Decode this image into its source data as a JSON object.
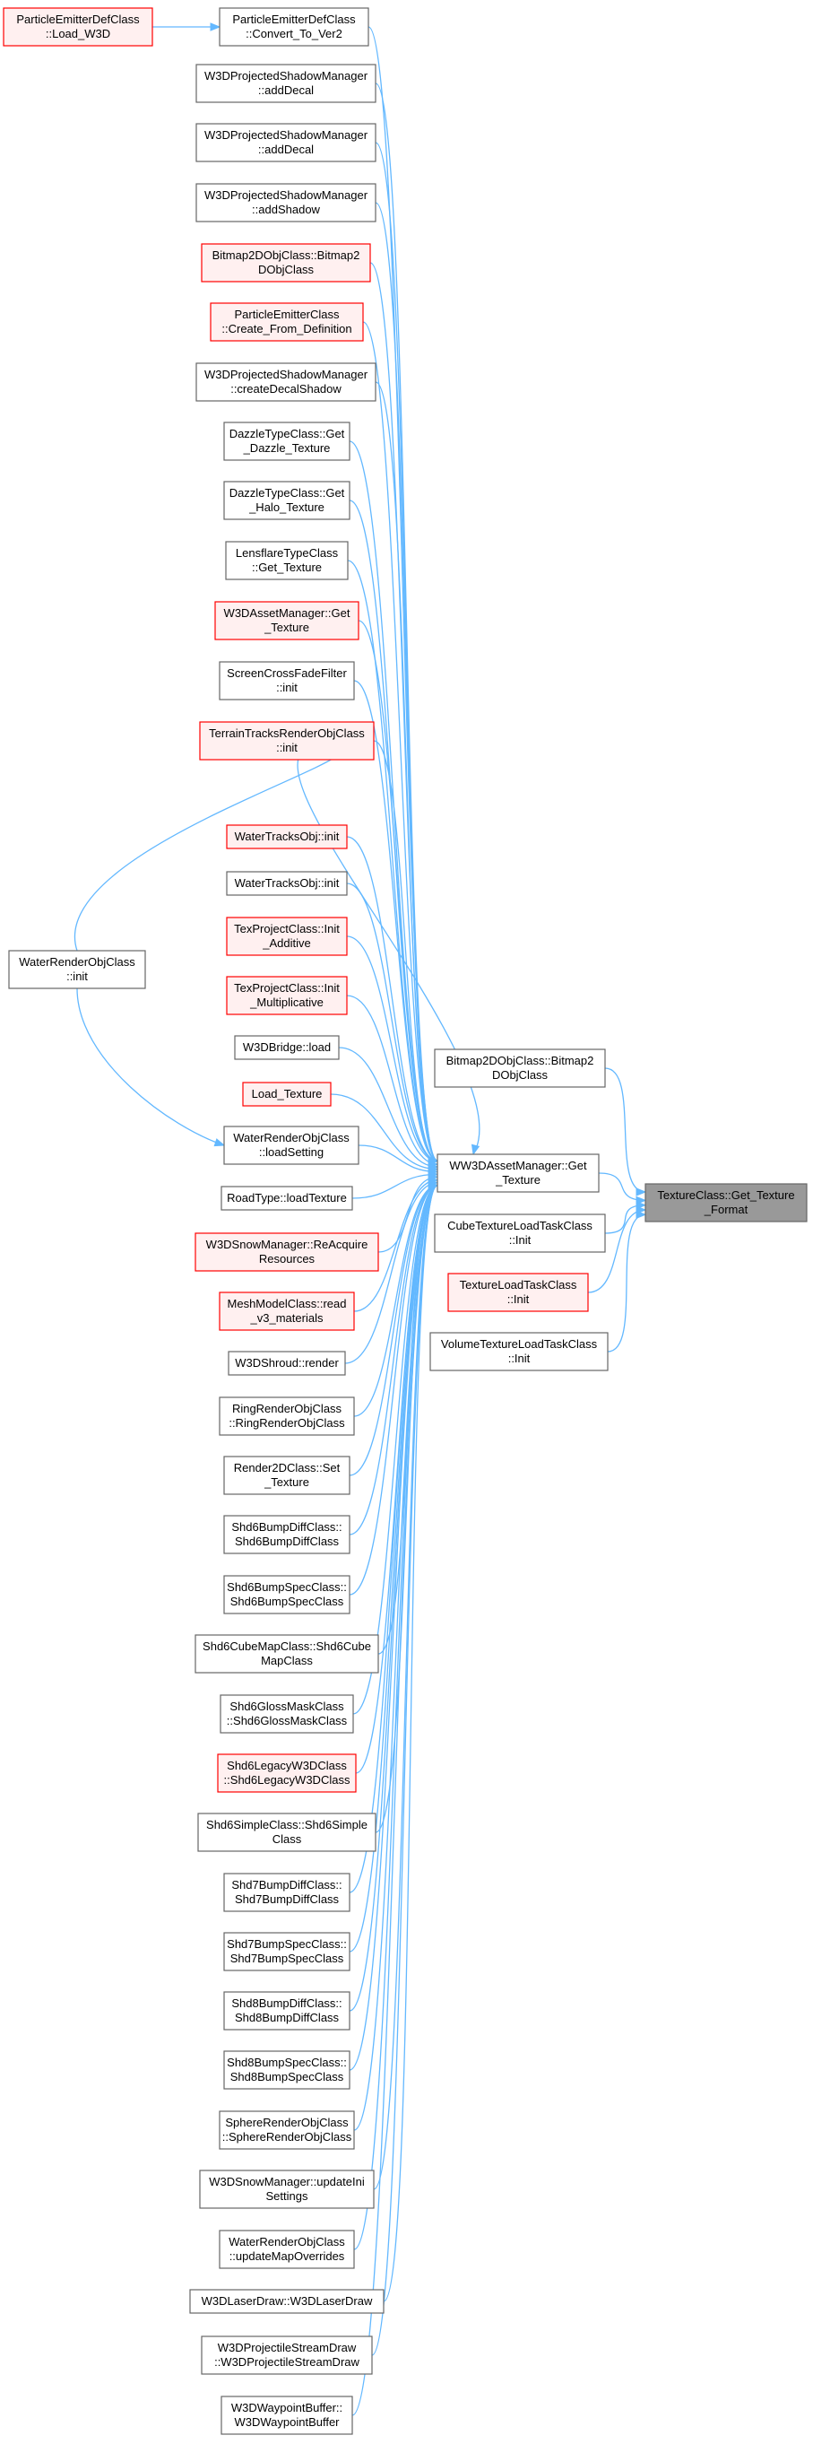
{
  "graph": {
    "colors": {
      "edge": "#63b8ff",
      "node_border": "#666666",
      "node_fill": "#ffffff",
      "red_border": "#ff0000",
      "red_fill": "#fff0f0",
      "focus_fill": "#999999",
      "text": "#000000"
    },
    "nodes": [
      {
        "id": "pedc_load_w3d",
        "lines": [
          "ParticleEmitterDefClass",
          "::Load_W3D"
        ],
        "style": "red"
      },
      {
        "id": "pedc_convert",
        "lines": [
          "ParticleEmitterDefClass",
          "::Convert_To_Ver2"
        ],
        "style": "normal"
      },
      {
        "id": "w3dpsm_adddecal1",
        "lines": [
          "W3DProjectedShadowManager",
          "::addDecal"
        ],
        "style": "normal"
      },
      {
        "id": "w3dpsm_adddecal2",
        "lines": [
          "W3DProjectedShadowManager",
          "::addDecal"
        ],
        "style": "normal"
      },
      {
        "id": "w3dpsm_addshadow",
        "lines": [
          "W3DProjectedShadowManager",
          "::addShadow"
        ],
        "style": "normal"
      },
      {
        "id": "bitmap2d_ctor_red",
        "lines": [
          "Bitmap2DObjClass::Bitmap2",
          "DObjClass"
        ],
        "style": "red"
      },
      {
        "id": "pec_create",
        "lines": [
          "ParticleEmitterClass",
          "::Create_From_Definition"
        ],
        "style": "red"
      },
      {
        "id": "w3dpsm_createdecal",
        "lines": [
          "W3DProjectedShadowManager",
          "::createDecalShadow"
        ],
        "style": "normal"
      },
      {
        "id": "dazzle_get",
        "lines": [
          "DazzleTypeClass::Get",
          "_Dazzle_Texture"
        ],
        "style": "normal"
      },
      {
        "id": "dazzle_halo",
        "lines": [
          "DazzleTypeClass::Get",
          "_Halo_Texture"
        ],
        "style": "normal"
      },
      {
        "id": "lensflare",
        "lines": [
          "LensflareTypeClass",
          "::Get_Texture"
        ],
        "style": "normal"
      },
      {
        "id": "w3dam_get",
        "lines": [
          "W3DAssetManager::Get",
          "_Texture"
        ],
        "style": "red"
      },
      {
        "id": "screencross",
        "lines": [
          "ScreenCrossFadeFilter",
          "::init"
        ],
        "style": "normal"
      },
      {
        "id": "terraintracks",
        "lines": [
          "TerrainTracksRenderObjClass",
          "::init"
        ],
        "style": "red"
      },
      {
        "id": "watertracks1",
        "lines": [
          "WaterTracksObj::init"
        ],
        "style": "red"
      },
      {
        "id": "watertracks2",
        "lines": [
          "WaterTracksObj::init"
        ],
        "style": "normal"
      },
      {
        "id": "texproj_add",
        "lines": [
          "TexProjectClass::Init",
          "_Additive"
        ],
        "style": "red"
      },
      {
        "id": "texproj_mul",
        "lines": [
          "TexProjectClass::Init",
          "_Multiplicative"
        ],
        "style": "red"
      },
      {
        "id": "w3dbridge",
        "lines": [
          "W3DBridge::load"
        ],
        "style": "normal"
      },
      {
        "id": "load_texture",
        "lines": [
          "Load_Texture"
        ],
        "style": "red"
      },
      {
        "id": "waterrender_init",
        "lines": [
          "WaterRenderObjClass",
          "::init"
        ],
        "style": "normal"
      },
      {
        "id": "waterrender_loadsetting",
        "lines": [
          "WaterRenderObjClass",
          "::loadSetting"
        ],
        "style": "normal"
      },
      {
        "id": "roadtype",
        "lines": [
          "RoadType::loadTexture"
        ],
        "style": "normal"
      },
      {
        "id": "w3dsnow_reacquire",
        "lines": [
          "W3DSnowManager::ReAcquire",
          "Resources"
        ],
        "style": "red"
      },
      {
        "id": "meshmodel_read",
        "lines": [
          "MeshModelClass::read",
          "_v3_materials"
        ],
        "style": "red"
      },
      {
        "id": "w3dshroud",
        "lines": [
          "W3DShroud::render"
        ],
        "style": "normal"
      },
      {
        "id": "ringrender",
        "lines": [
          "RingRenderObjClass",
          "::RingRenderObjClass"
        ],
        "style": "normal"
      },
      {
        "id": "render2d",
        "lines": [
          "Render2DClass::Set",
          "_Texture"
        ],
        "style": "normal"
      },
      {
        "id": "shd6bumpdiff",
        "lines": [
          "Shd6BumpDiffClass::",
          "Shd6BumpDiffClass"
        ],
        "style": "normal"
      },
      {
        "id": "shd6bumpspec",
        "lines": [
          "Shd6BumpSpecClass::",
          "Shd6BumpSpecClass"
        ],
        "style": "normal"
      },
      {
        "id": "shd6cubemap",
        "lines": [
          "Shd6CubeMapClass::Shd6Cube",
          "MapClass"
        ],
        "style": "normal"
      },
      {
        "id": "shd6glossmask",
        "lines": [
          "Shd6GlossMaskClass",
          "::Shd6GlossMaskClass"
        ],
        "style": "normal"
      },
      {
        "id": "shd6legacy",
        "lines": [
          "Shd6LegacyW3DClass",
          "::Shd6LegacyW3DClass"
        ],
        "style": "red"
      },
      {
        "id": "shd6simple",
        "lines": [
          "Shd6SimpleClass::Shd6Simple",
          "Class"
        ],
        "style": "normal"
      },
      {
        "id": "shd7bumpdiff",
        "lines": [
          "Shd7BumpDiffClass::",
          "Shd7BumpDiffClass"
        ],
        "style": "normal"
      },
      {
        "id": "shd7bumpspec",
        "lines": [
          "Shd7BumpSpecClass::",
          "Shd7BumpSpecClass"
        ],
        "style": "normal"
      },
      {
        "id": "shd8bumpdiff",
        "lines": [
          "Shd8BumpDiffClass::",
          "Shd8BumpDiffClass"
        ],
        "style": "normal"
      },
      {
        "id": "shd8bumpspec",
        "lines": [
          "Shd8BumpSpecClass::",
          "Shd8BumpSpecClass"
        ],
        "style": "normal"
      },
      {
        "id": "sphererender",
        "lines": [
          "SphereRenderObjClass",
          "::SphereRenderObjClass"
        ],
        "style": "normal"
      },
      {
        "id": "w3dsnow_update",
        "lines": [
          "W3DSnowManager::updateIni",
          "Settings"
        ],
        "style": "normal"
      },
      {
        "id": "waterrender_updatemap",
        "lines": [
          "WaterRenderObjClass",
          "::updateMapOverrides"
        ],
        "style": "normal"
      },
      {
        "id": "w3dlaserdraw",
        "lines": [
          "W3DLaserDraw::W3DLaserDraw"
        ],
        "style": "normal"
      },
      {
        "id": "w3dprojstream",
        "lines": [
          "W3DProjectileStreamDraw",
          "::W3DProjectileStreamDraw"
        ],
        "style": "normal"
      },
      {
        "id": "w3dwaypoint",
        "lines": [
          "W3DWaypointBuffer::",
          "W3DWaypointBuffer"
        ],
        "style": "normal"
      },
      {
        "id": "bitmap2d_ctor",
        "lines": [
          "Bitmap2DObjClass::Bitmap2",
          "DObjClass"
        ],
        "style": "normal"
      },
      {
        "id": "ww3dam_get",
        "lines": [
          "WW3DAssetManager::Get",
          "_Texture"
        ],
        "style": "normal"
      },
      {
        "id": "cubetexture",
        "lines": [
          "CubeTextureLoadTaskClass",
          "::Init"
        ],
        "style": "normal"
      },
      {
        "id": "textureload",
        "lines": [
          "TextureLoadTaskClass",
          "::Init"
        ],
        "style": "red"
      },
      {
        "id": "volumetexture",
        "lines": [
          "VolumeTextureLoadTaskClass",
          "::Init"
        ],
        "style": "normal"
      },
      {
        "id": "texture_get_format",
        "lines": [
          "TextureClass::Get_Texture",
          "_Format"
        ],
        "style": "focus"
      }
    ],
    "edges": [
      [
        "pedc_load_w3d",
        "pedc_convert"
      ],
      [
        "pedc_convert",
        "ww3dam_get"
      ],
      [
        "w3dpsm_adddecal1",
        "ww3dam_get"
      ],
      [
        "w3dpsm_adddecal2",
        "ww3dam_get"
      ],
      [
        "w3dpsm_addshadow",
        "ww3dam_get"
      ],
      [
        "bitmap2d_ctor_red",
        "ww3dam_get"
      ],
      [
        "pec_create",
        "ww3dam_get"
      ],
      [
        "w3dpsm_createdecal",
        "ww3dam_get"
      ],
      [
        "dazzle_get",
        "ww3dam_get"
      ],
      [
        "dazzle_halo",
        "ww3dam_get"
      ],
      [
        "lensflare",
        "ww3dam_get"
      ],
      [
        "w3dam_get",
        "ww3dam_get"
      ],
      [
        "screencross",
        "ww3dam_get"
      ],
      [
        "terraintracks",
        "ww3dam_get"
      ],
      [
        "watertracks1",
        "ww3dam_get"
      ],
      [
        "watertracks2",
        "ww3dam_get"
      ],
      [
        "texproj_add",
        "ww3dam_get"
      ],
      [
        "texproj_mul",
        "ww3dam_get"
      ],
      [
        "w3dbridge",
        "ww3dam_get"
      ],
      [
        "load_texture",
        "ww3dam_get"
      ],
      [
        "waterrender_init",
        "ww3dam_get"
      ],
      [
        "waterrender_init",
        "waterrender_loadsetting"
      ],
      [
        "waterrender_loadsetting",
        "ww3dam_get"
      ],
      [
        "roadtype",
        "ww3dam_get"
      ],
      [
        "w3dsnow_reacquire",
        "ww3dam_get"
      ],
      [
        "meshmodel_read",
        "ww3dam_get"
      ],
      [
        "w3dshroud",
        "ww3dam_get"
      ],
      [
        "ringrender",
        "ww3dam_get"
      ],
      [
        "render2d",
        "ww3dam_get"
      ],
      [
        "shd6bumpdiff",
        "ww3dam_get"
      ],
      [
        "shd6bumpspec",
        "ww3dam_get"
      ],
      [
        "shd6cubemap",
        "ww3dam_get"
      ],
      [
        "shd6glossmask",
        "ww3dam_get"
      ],
      [
        "shd6legacy",
        "ww3dam_get"
      ],
      [
        "shd6simple",
        "ww3dam_get"
      ],
      [
        "shd7bumpdiff",
        "ww3dam_get"
      ],
      [
        "shd7bumpspec",
        "ww3dam_get"
      ],
      [
        "shd8bumpdiff",
        "ww3dam_get"
      ],
      [
        "shd8bumpspec",
        "ww3dam_get"
      ],
      [
        "sphererender",
        "ww3dam_get"
      ],
      [
        "w3dsnow_update",
        "ww3dam_get"
      ],
      [
        "waterrender_updatemap",
        "ww3dam_get"
      ],
      [
        "w3dlaserdraw",
        "ww3dam_get"
      ],
      [
        "w3dprojstream",
        "ww3dam_get"
      ],
      [
        "w3dwaypoint",
        "ww3dam_get"
      ],
      [
        "bitmap2d_ctor",
        "texture_get_format"
      ],
      [
        "ww3dam_get",
        "texture_get_format"
      ],
      [
        "cubetexture",
        "texture_get_format"
      ],
      [
        "textureload",
        "texture_get_format"
      ],
      [
        "volumetexture",
        "texture_get_format"
      ]
    ]
  }
}
